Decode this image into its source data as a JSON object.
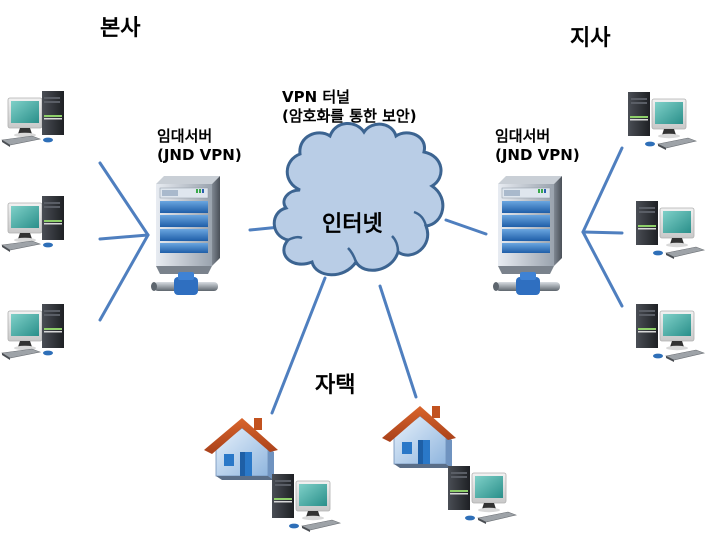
{
  "title": "VPN 네트워크 구성도",
  "sites": {
    "headquarters": {
      "label": "본사"
    },
    "branch": {
      "label": "지사"
    },
    "home": {
      "label": "자택"
    }
  },
  "servers": {
    "left": {
      "line1": "임대서버",
      "line2": "(JND VPN)"
    },
    "right": {
      "line1": "임대서버",
      "line2": "(JND VPN)"
    }
  },
  "tunnel": {
    "line1": "VPN 터널",
    "line2": "(암호화를 통한 보안)"
  },
  "cloud": {
    "label": "인터넷"
  },
  "colors": {
    "link": "#4f7fbf",
    "cloud_fill": "#b9cde6",
    "cloud_stroke": "#3c6491",
    "roof": "#c7501e",
    "house_wall": "#cfe2f6",
    "monitor_screen": "#3fa6a0",
    "tower": "#2e3136"
  },
  "icons": {
    "workstation": "desktop-computer-icon",
    "server": "vpn-server-icon",
    "house": "house-icon",
    "cloud": "cloud-icon"
  }
}
